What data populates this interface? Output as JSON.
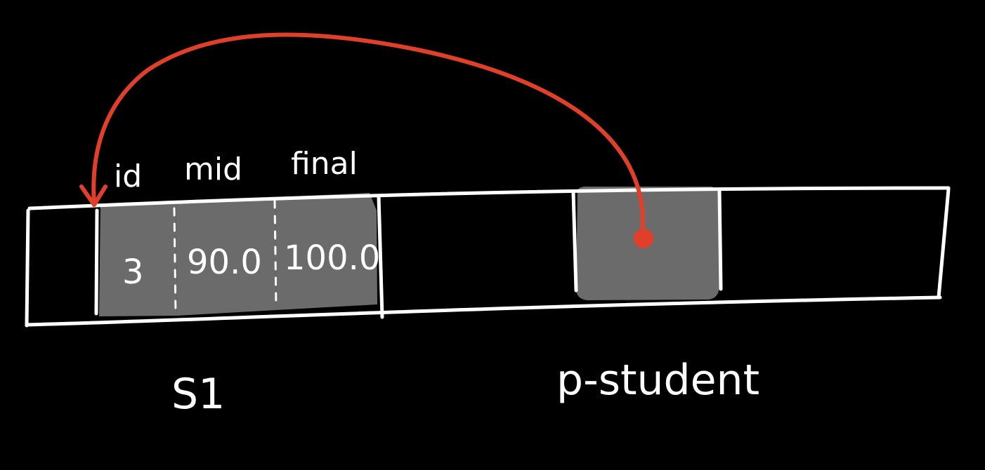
{
  "colors": {
    "background": "#000000",
    "stroke": "#ffffff",
    "cell_fill": "#6b6b6b",
    "pointer": "#e0402a"
  },
  "struct": {
    "fields": [
      {
        "label": "id",
        "value": "3"
      },
      {
        "label": "mid",
        "value": "90.0"
      },
      {
        "label": "final",
        "value": "100.0"
      }
    ]
  },
  "variables": {
    "s1": "S1",
    "p_student": "p-student"
  }
}
